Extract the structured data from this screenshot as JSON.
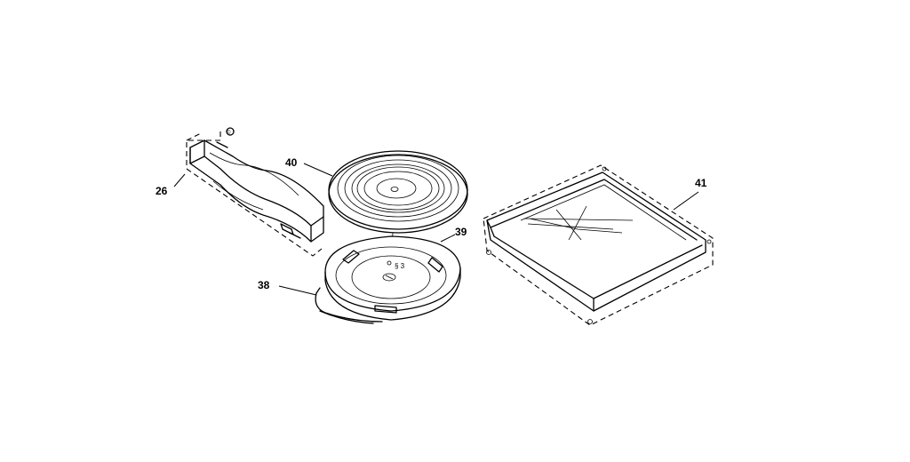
{
  "diagram": {
    "callouts": {
      "part_26": "26",
      "part_40": "40",
      "part_39": "39",
      "part_38": "38",
      "part_41": "41"
    },
    "small_marks": {
      "screw_symbol": "©",
      "hub_marks": "§ 3"
    }
  }
}
